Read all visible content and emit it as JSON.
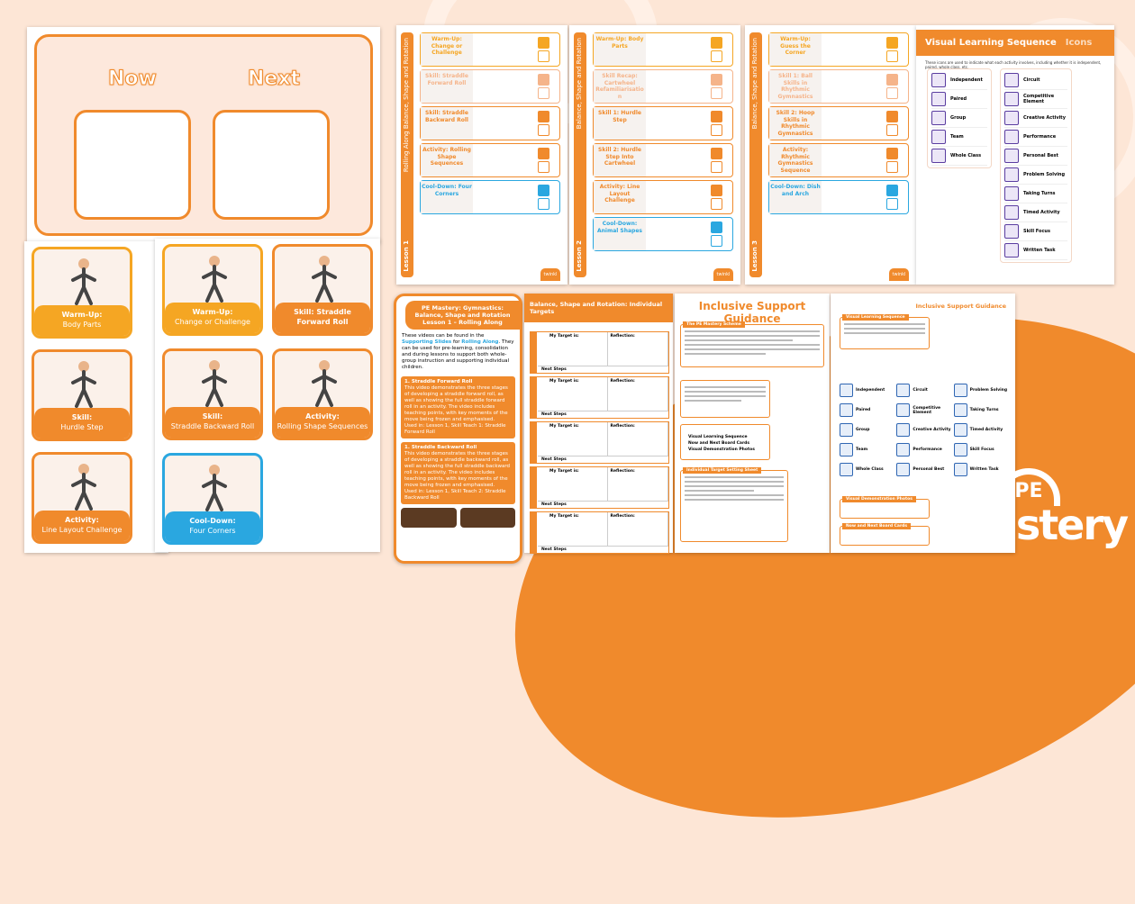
{
  "colors": {
    "brand": "#f08a2c",
    "warmup": "#f5a623",
    "skill": "#f08a2c",
    "cooldown": "#2aa7e0",
    "icon_purple": "#5a3da0",
    "icon_blue": "#2f66b3",
    "background": "#fde6d6"
  },
  "now_next": {
    "now": "Now",
    "next": "Next"
  },
  "back_cards": [
    {
      "title": "Warm-Up:",
      "subtitle": "Body Parts",
      "color": "#f5a623"
    },
    {
      "title": "Skill:",
      "subtitle": "Hurdle Step",
      "color": "#f08a2c"
    },
    {
      "title": "Activity:",
      "subtitle": "Line Layout Challenge",
      "color": "#f08a2c"
    }
  ],
  "front_cards": [
    {
      "title": "Warm-Up:",
      "subtitle": "Change or Challenge",
      "color": "#f5a623"
    },
    {
      "title": "Skill: Straddle Forward Roll",
      "subtitle": "",
      "color": "#f08a2c"
    },
    {
      "title": "Skill:",
      "subtitle": "Straddle Backward Roll",
      "color": "#f08a2c"
    },
    {
      "title": "Activity:",
      "subtitle": "Rolling Shape Sequences",
      "color": "#f08a2c"
    },
    {
      "title": "Cool-Down:",
      "subtitle": "Four Corners",
      "color": "#2aa7e0"
    }
  ],
  "lesson_pages": [
    {
      "side": "Rolling Along   Balance, Shape and Rotation",
      "lesson": "Lesson 1",
      "steps": [
        {
          "title": "Warm-Up: Change or Challenge",
          "color": "#f5a623"
        },
        {
          "title": "Skill: Straddle Forward Roll",
          "color": "#f5b48a"
        },
        {
          "title": "Skill: Straddle Backward Roll",
          "color": "#f08a2c"
        },
        {
          "title": "Activity: Rolling Shape Sequences",
          "color": "#f08a2c"
        },
        {
          "title": "Cool-Down: Four Corners",
          "color": "#2aa7e0"
        }
      ]
    },
    {
      "side": "Balance, Shape and Rotation",
      "lesson": "Lesson 2",
      "steps": [
        {
          "title": "Warm-Up: Body Parts",
          "color": "#f5a623"
        },
        {
          "title": "Skill Recap: Cartwheel Refamiliarisation",
          "color": "#f5b48a"
        },
        {
          "title": "Skill 1: Hurdle Step",
          "color": "#f08a2c"
        },
        {
          "title": "Skill 2: Hurdle Step Into Cartwheel",
          "color": "#f08a2c"
        },
        {
          "title": "Activity: Line Layout Challenge",
          "color": "#f08a2c"
        },
        {
          "title": "Cool-Down: Animal Shapes",
          "color": "#2aa7e0"
        }
      ]
    },
    {
      "side": "Balance, Shape and Rotation",
      "lesson": "Lesson 3",
      "steps": [
        {
          "title": "Warm-Up: Guess the Corner",
          "color": "#f5a623"
        },
        {
          "title": "Skill 1: Ball Skills in Rhythmic Gymnastics",
          "color": "#f5b48a"
        },
        {
          "title": "Skill 2: Hoop Skills in Rhythmic Gymnastics",
          "color": "#f08a2c"
        },
        {
          "title": "Activity: Rhythmic Gymnastics Sequence",
          "color": "#f08a2c"
        },
        {
          "title": "Cool-Down: Dish and Arch",
          "color": "#2aa7e0"
        }
      ]
    }
  ],
  "twinkl": "twinkl",
  "icons_page": {
    "title": "Visual Learning Sequence",
    "subtitle": "Icons",
    "description": "These icons are used to indicate what each activity involves, including whether it is independent, paired, whole class, etc.",
    "left": [
      "Independent",
      "Paired",
      "Group",
      "Team",
      "Whole Class"
    ],
    "right": [
      "Circuit",
      "Competitive Element",
      "Creative Activity",
      "Performance",
      "Personal Best",
      "Problem Solving",
      "Taking Turns",
      "Timed Activity",
      "Skill Focus",
      "Written Task"
    ]
  },
  "video_page": {
    "title": "PE Mastery: Gymnastics: Balance, Shape and Rotation",
    "subtitle": "Lesson 1 – Rolling Along",
    "intro_pre": "These videos can be found in the ",
    "intro_link": "Supporting Slides",
    "intro_mid": " for ",
    "intro_link2": "Rolling Along",
    "intro_post": ". They can be used for pre-learning, consolidation and during lessons to support both whole-group instruction and supporting individual children.",
    "video1_title": "1. Straddle Forward Roll",
    "video1_text": "This video demonstrates the three stages of developing a straddle forward roll, as well as showing the full straddle forward roll in an activity. The video includes teaching points, with key moments of the move being frozen and emphasised.",
    "video1_used": "Used in: Lesson 1, Skill Teach 1: Straddle Forward Roll",
    "video2_title": "1. Straddle Backward Roll",
    "video2_text": "This video demonstrates the three stages of developing a straddle backward roll, as well as showing the full straddle backward roll in an activity. The video includes teaching points, with key moments of the move being frozen and emphasised.",
    "video2_used": "Used in: Lesson 1, Skill Teach 2: Straddle Backward Roll"
  },
  "target_page": {
    "title": "Balance, Shape and Rotation: Individual Targets",
    "target": "My Target is:",
    "reflection": "Reflection:",
    "next": "Next Steps",
    "rows": 5
  },
  "guidance_page": {
    "title": "Inclusive Support Guidance",
    "box1": "The PE Mastery Scheme",
    "box2": "Individual Target Setting Sheet",
    "bullets": [
      "Visual Learning Sequence",
      "Now and Next Board Cards",
      "Visual Demonstration Photos"
    ]
  },
  "guidance_page2": {
    "title": "Inclusive Support Guidance",
    "box1": "Visual Learning Sequence",
    "box2": "Visual Demonstration Photos",
    "box3": "Now and Next Board Cards",
    "icons": [
      "Independent",
      "Circuit",
      "Problem Solving",
      "Paired",
      "Competitive Element",
      "Taking Turns",
      "Group",
      "Creative Activity",
      "Timed Activity",
      "Team",
      "Performance",
      "Skill Focus",
      "Whole Class",
      "Personal Best",
      "Written Task"
    ]
  },
  "logo": {
    "line1": "PE",
    "line2": "Mastery"
  }
}
